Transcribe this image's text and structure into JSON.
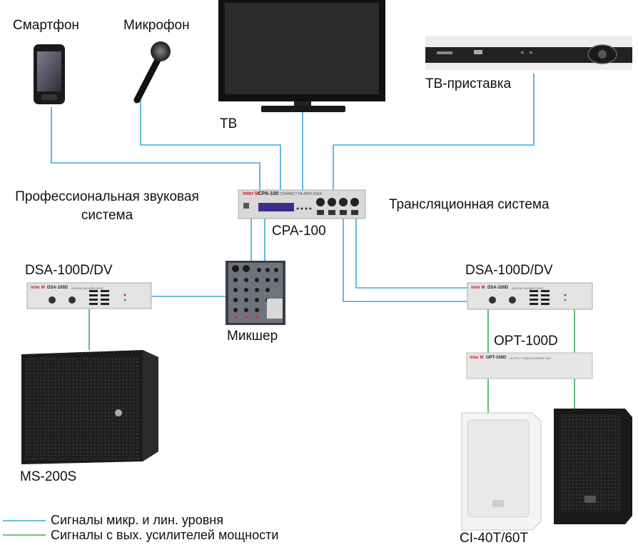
{
  "devices": {
    "smartphone": "Смартфон",
    "microphone": "Микрофон",
    "tv": "ТВ",
    "set_top_box": "ТВ-приставка",
    "pro_audio_line1": "Профессиональная звуковая",
    "pro_audio_line2": "система",
    "broadcast_system": "Трансляционная система",
    "amplifier": "CPA-100",
    "mixer": "Микшер",
    "dsa_left": "DSA-100D/DV",
    "dsa_right": "DSA-100D/DV",
    "opt": "OPT-100D",
    "subwoofer": "MS-200S",
    "speakers": "CI-40T/60T"
  },
  "device_face": {
    "amp_brand": "inter M",
    "amp_model": "CPA-100",
    "amp_desc": "COMPACT PA AMPLIFIER",
    "dsa_brand": "inter M",
    "dsa_model": "DSA-100D",
    "dsa_desc": "DIGITAL SW AMPLIFIER",
    "opt_brand": "inter M",
    "opt_model": "OPT-100D",
    "opt_desc": "OUTPUT TRANSFORMER UNIT"
  },
  "legend": {
    "line_level": "Сигналы микр. и лин. уровня",
    "power_level": "Сигналы с вых. усилителей мощности"
  },
  "colors": {
    "line_level": "#3aa9dc",
    "power_level": "#34b15a"
  }
}
